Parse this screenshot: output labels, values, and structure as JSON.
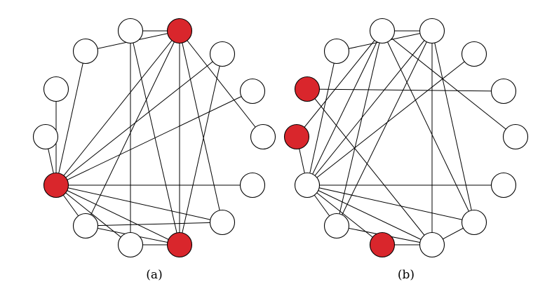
{
  "figure": {
    "colors": {
      "highlight": "#d9262c",
      "plain": "#ffffff",
      "stroke": "#000000"
    },
    "panels": [
      {
        "label": "(a)",
        "highlighted_nodes": [
          1,
          8,
          11
        ],
        "edges": [
          [
            0,
            1
          ],
          [
            1,
            2
          ],
          [
            0,
            11
          ],
          [
            0,
            12
          ],
          [
            1,
            7
          ],
          [
            1,
            8
          ],
          [
            1,
            10
          ],
          [
            1,
            11
          ],
          [
            1,
            13
          ],
          [
            2,
            8
          ],
          [
            3,
            8
          ],
          [
            3,
            11
          ],
          [
            4,
            8
          ],
          [
            5,
            8
          ],
          [
            6,
            8
          ],
          [
            8,
            9
          ],
          [
            8,
            10
          ],
          [
            8,
            11
          ],
          [
            8,
            12
          ],
          [
            8,
            13
          ],
          [
            10,
            11
          ],
          [
            10,
            13
          ],
          [
            11,
            12
          ],
          [
            11,
            14
          ],
          [
            13,
            14
          ]
        ]
      },
      {
        "label": "(b)",
        "highlighted_nodes": [
          4,
          6,
          12
        ],
        "edges": [
          [
            0,
            1
          ],
          [
            0,
            6
          ],
          [
            0,
            7
          ],
          [
            0,
            8
          ],
          [
            0,
            10
          ],
          [
            0,
            13
          ],
          [
            1,
            2
          ],
          [
            1,
            8
          ],
          [
            1,
            10
          ],
          [
            1,
            11
          ],
          [
            1,
            13
          ],
          [
            1,
            14
          ],
          [
            2,
            8
          ],
          [
            3,
            8
          ],
          [
            4,
            5
          ],
          [
            4,
            11
          ],
          [
            6,
            8
          ],
          [
            8,
            9
          ],
          [
            8,
            10
          ],
          [
            8,
            11
          ],
          [
            8,
            12
          ],
          [
            8,
            13
          ],
          [
            10,
            11
          ],
          [
            10,
            14
          ],
          [
            11,
            12
          ],
          [
            11,
            13
          ],
          [
            11,
            14
          ],
          [
            13,
            14
          ]
        ]
      }
    ]
  }
}
